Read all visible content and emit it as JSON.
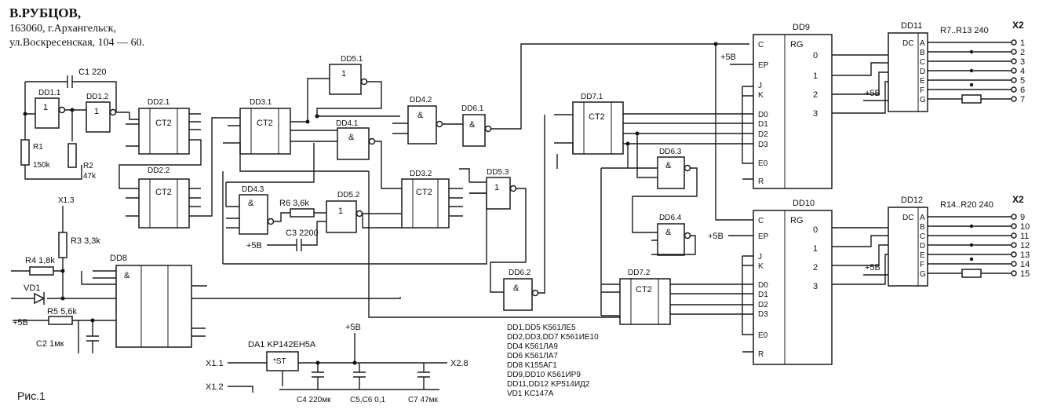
{
  "header": {
    "author": "В.РУБЦОВ,",
    "address_line1": "163060, г.Архангельск,",
    "address_line2": "ул.Воскресенская, 104 — 60."
  },
  "figure_label": "Рис.1",
  "chips": {
    "dd1_1": "DD1.1",
    "dd1_2": "DD1.2",
    "dd2_1": "DD2.1",
    "dd2_2": "DD2.2",
    "dd3_1": "DD3.1",
    "dd3_2": "DD3.2",
    "dd4_1": "DD4.1",
    "dd4_2": "DD4.2",
    "dd4_3": "DD4.3",
    "dd5_1": "DD5.1",
    "dd5_2": "DD5.2",
    "dd5_3": "DD5.3",
    "dd6_1": "DD6.1",
    "dd6_2": "DD6.2",
    "dd6_3": "DD6.3",
    "dd6_4": "DD6.4",
    "dd7_1": "DD7.1",
    "dd7_2": "DD7.2",
    "dd8": "DD8",
    "dd9": "DD9",
    "dd10": "DD10",
    "dd11": "DD11",
    "dd12": "DD12",
    "da1": "DA1 KP142EH5A"
  },
  "labels": {
    "ct2": "CT2",
    "rg": "RG",
    "dc": "DC",
    "amp": "&",
    "one": "1",
    "c1": "C1 220",
    "r1": "R1",
    "r1_val": "150k",
    "r2": "R2",
    "r2_val": "47k",
    "r3": "R3 3,3k",
    "r4": "R4 1,8k",
    "r5": "R5 5,6k",
    "r6": "R6 3,6k",
    "c2": "C2 1мк",
    "c3": "C3 2200",
    "vd1": "VD1",
    "x13": "X1.3",
    "x11": "X1.1",
    "x12": "X1.2",
    "x28": "X2.8",
    "x2a": "X2",
    "x2b": "X2",
    "r7r13": "R7..R13 240",
    "r14r20": "R14..R20 240",
    "plus5": "+5B",
    "plus5v": "+5В",
    "st": "*ST",
    "c4": "C4 220мк",
    "c56": "C5,C6 0,1",
    "c7": "C7 47мк"
  },
  "legend": [
    "DD1,DD5 K561ЛE5",
    "DD2,DD3,DD7 K561ИE10",
    "DD4 K561ЛA9",
    "DD6 K561ЛA7",
    "DD8 K155AГ1",
    "DD9,DD10 K561ИP9",
    "DD11,DD12 KP514ИД2",
    "VD1 KC147A"
  ],
  "outputs_top": [
    "1",
    "2",
    "3",
    "4",
    "5",
    "6",
    "7"
  ],
  "outputs_bottom": [
    "9",
    "10",
    "11",
    "12",
    "13",
    "14",
    "15"
  ],
  "dc_pins": [
    "A",
    "B",
    "C",
    "D",
    "E",
    "F",
    "G"
  ],
  "rg_outputs": [
    "0",
    "1",
    "2",
    "3"
  ],
  "rg_inputs": [
    "C",
    "EP",
    "J",
    "K",
    "D0",
    "D1",
    "D2",
    "D3",
    "E0",
    "R"
  ]
}
